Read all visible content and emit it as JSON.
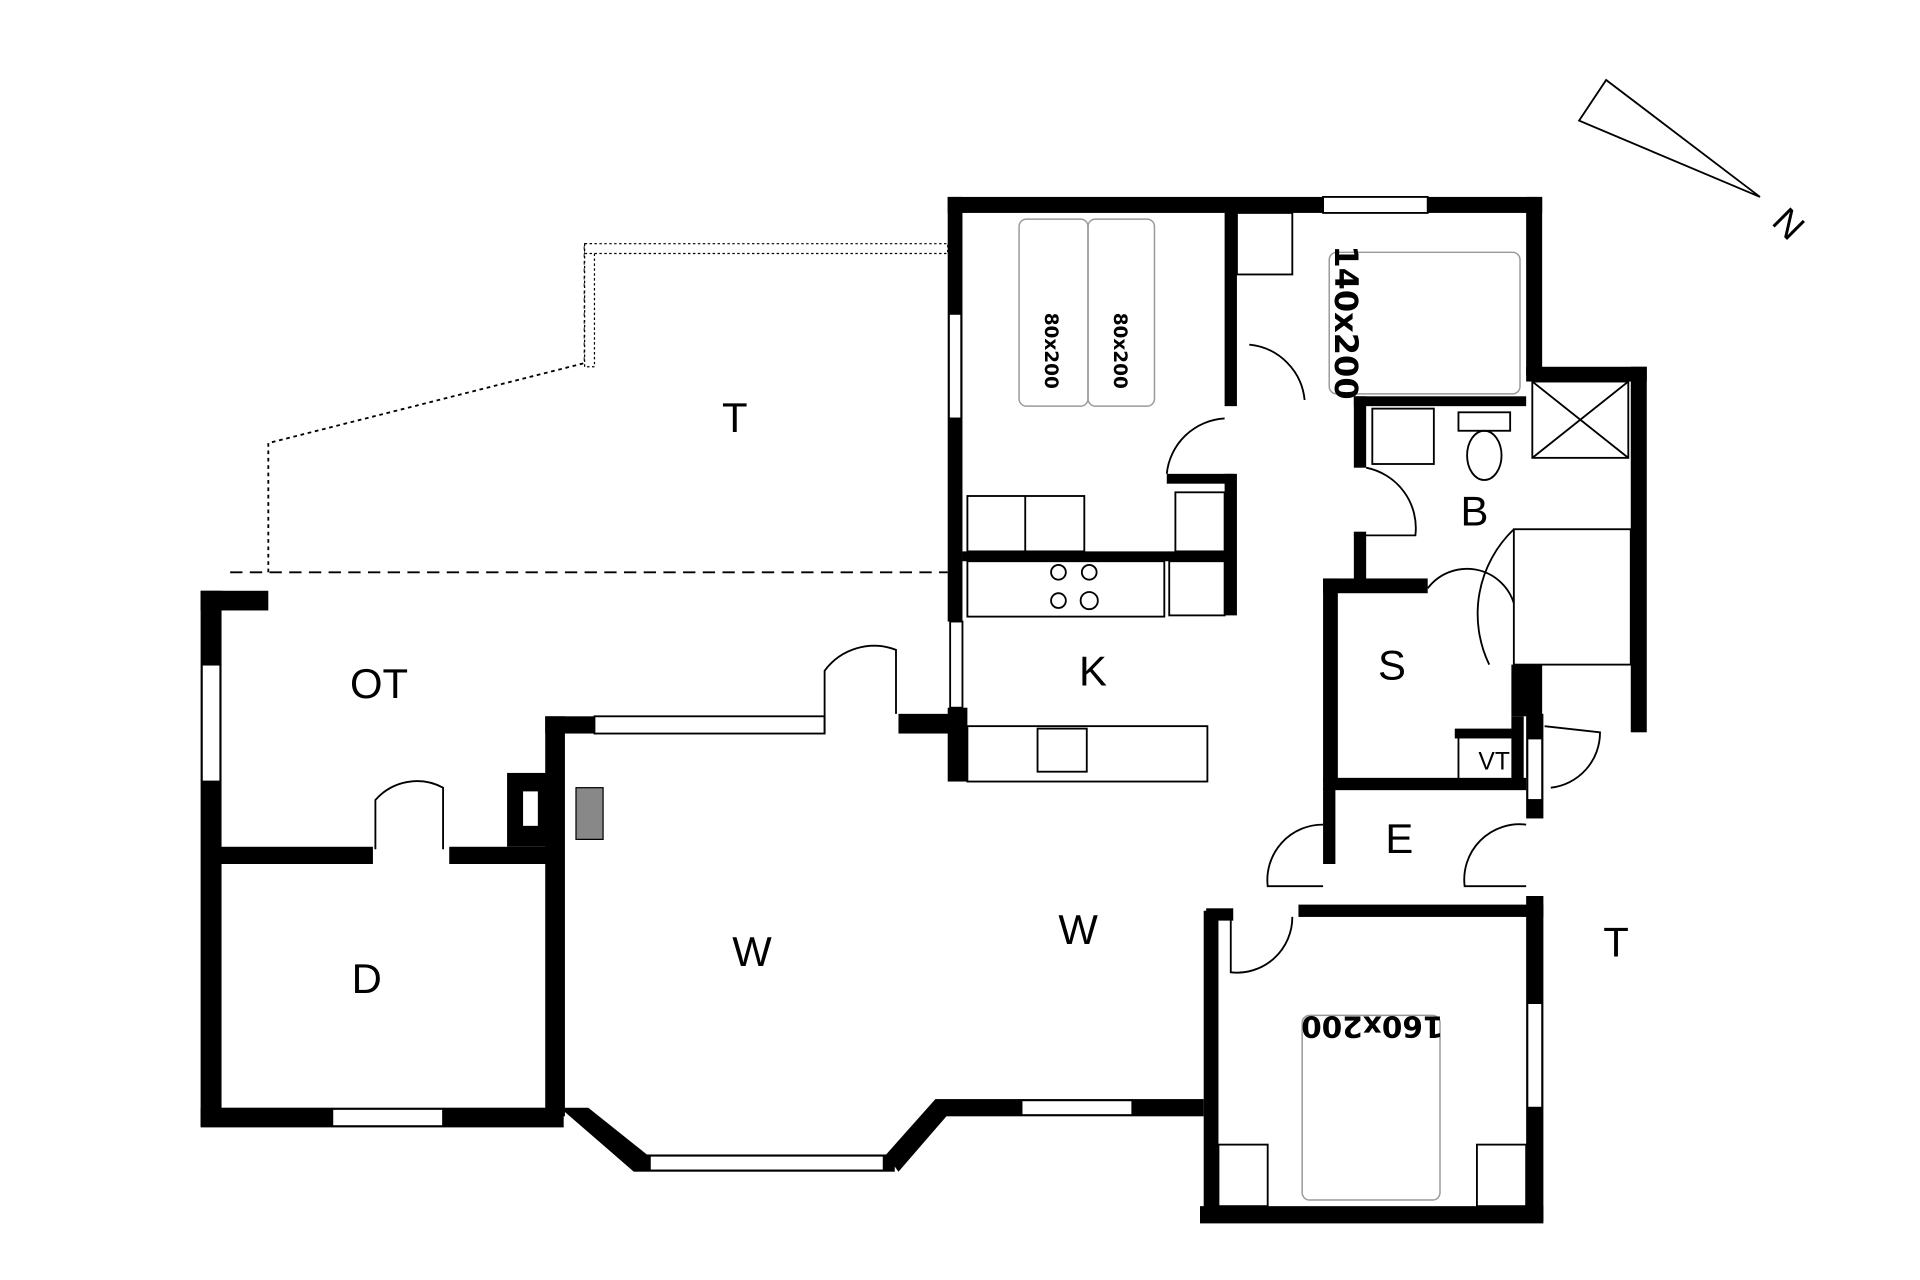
{
  "plan": {
    "rooms": {
      "terrace_top": "T",
      "covered_terrace": "OT",
      "kitchen": "K",
      "bathroom": "B",
      "storage": "S",
      "toilet": "VT",
      "entrance": "E",
      "living_1": "W",
      "living_2": "W",
      "den": "D",
      "terrace_right": "T"
    },
    "beds": {
      "single_1": "80x200",
      "single_2": "80x200",
      "double_1": "140x200",
      "double_2": "160x200"
    },
    "compass": "N"
  }
}
